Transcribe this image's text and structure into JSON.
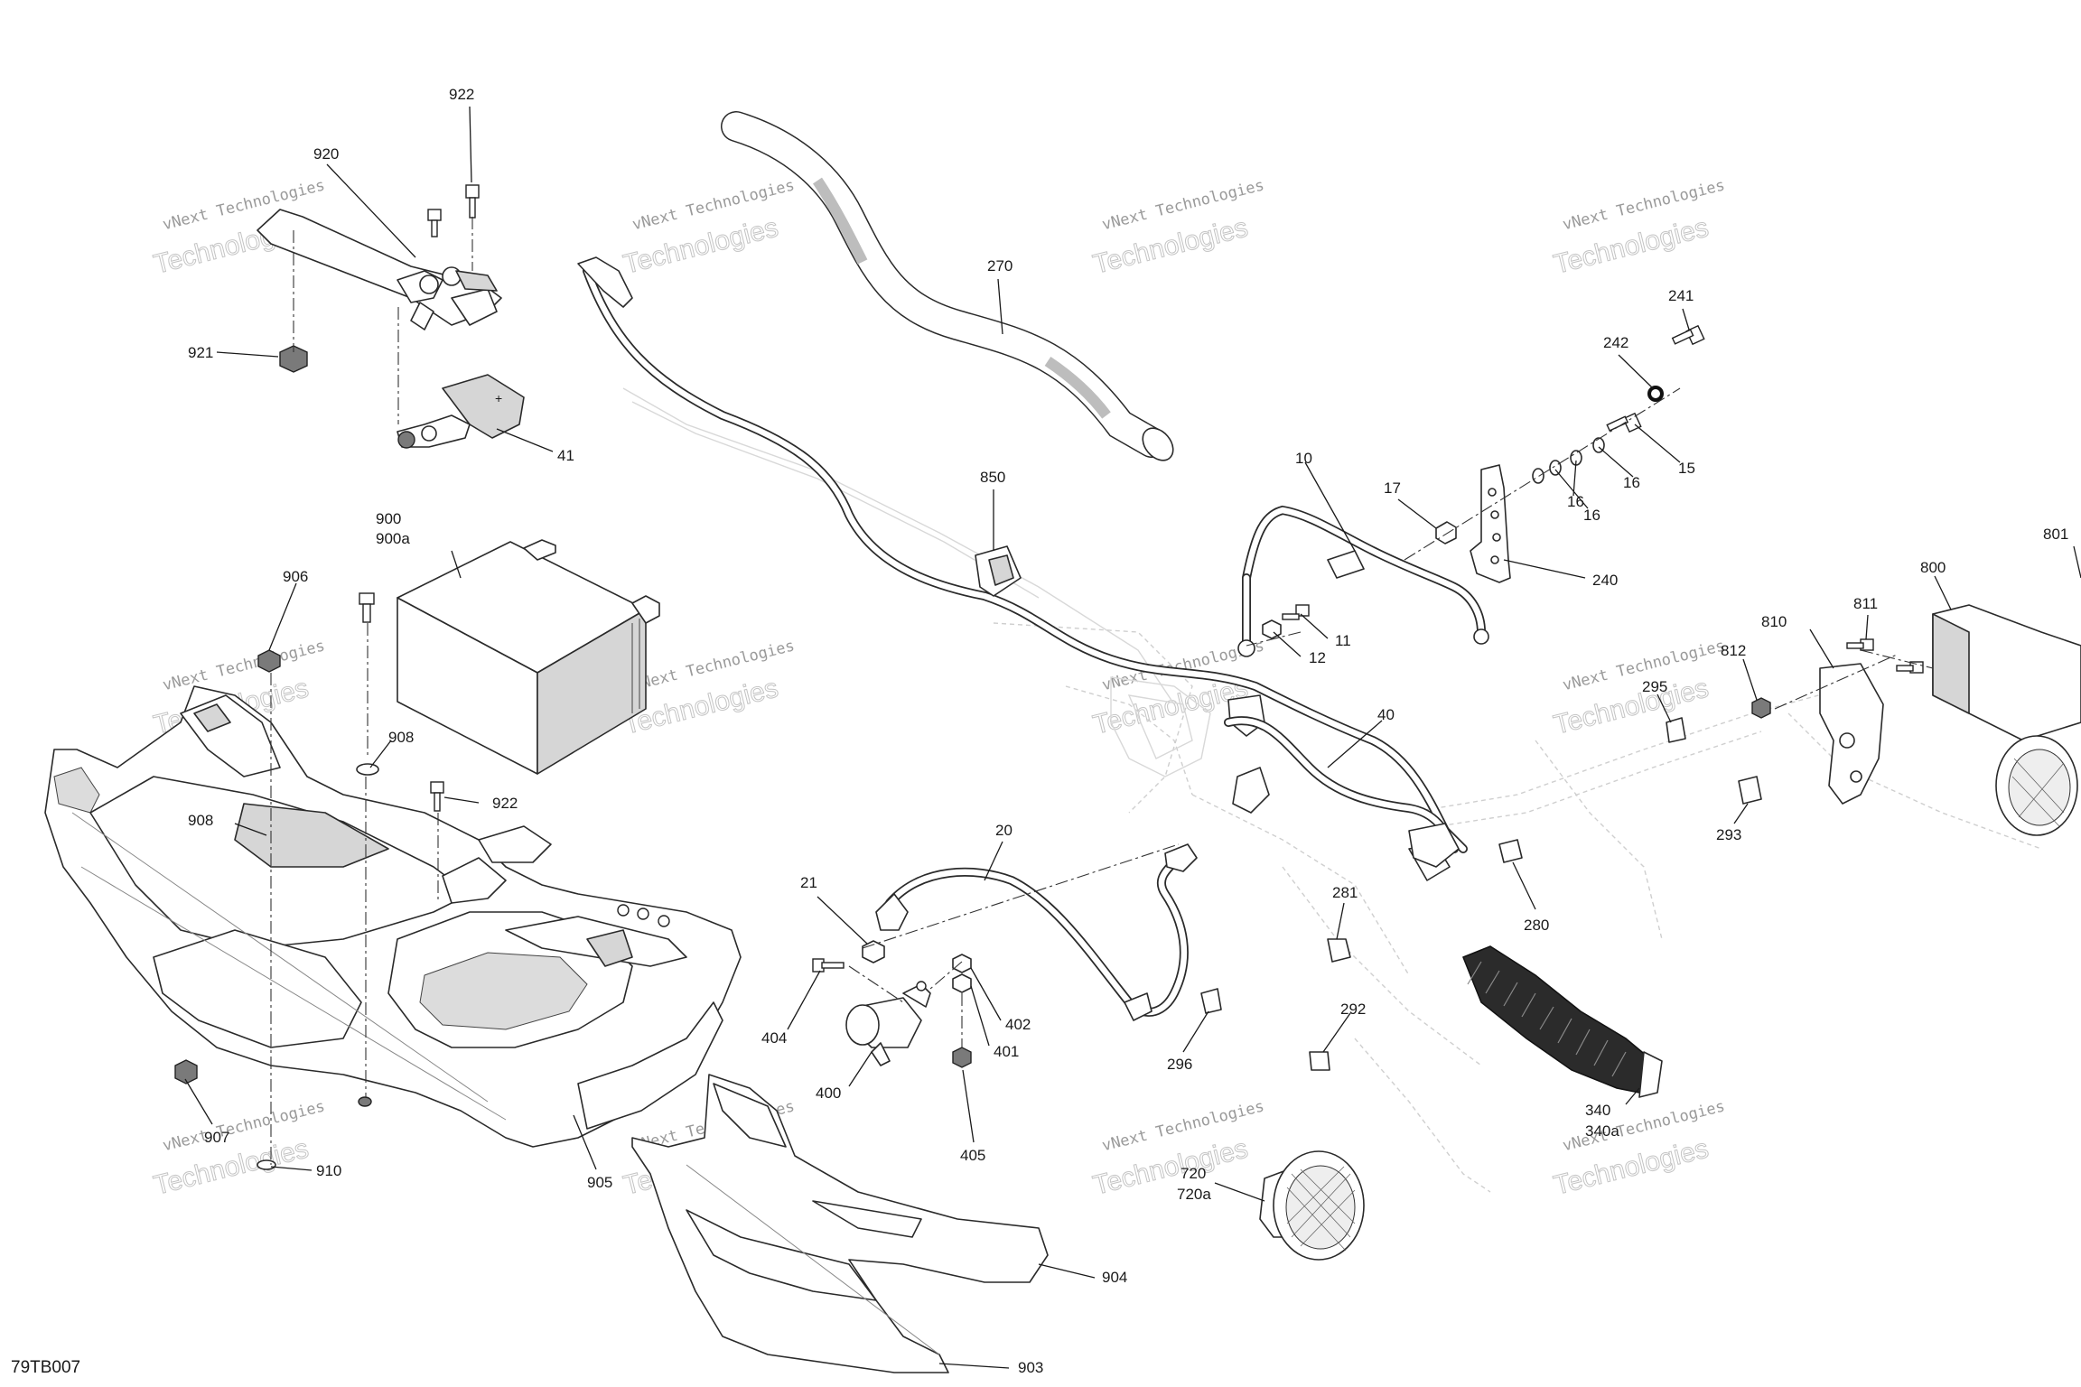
{
  "diagram_code": "79TB007",
  "watermark": {
    "line1": "vNext Technologies",
    "line2": "Technologies"
  },
  "callouts": [
    {
      "id": "922a",
      "label": "922"
    },
    {
      "id": "920",
      "label": "920"
    },
    {
      "id": "921",
      "label": "921"
    },
    {
      "id": "41",
      "label": "41"
    },
    {
      "id": "900",
      "label": "900"
    },
    {
      "id": "900a",
      "label": "900a"
    },
    {
      "id": "906",
      "label": "906"
    },
    {
      "id": "908a",
      "label": "908"
    },
    {
      "id": "908b",
      "label": "908"
    },
    {
      "id": "922b",
      "label": "922"
    },
    {
      "id": "907",
      "label": "907"
    },
    {
      "id": "910",
      "label": "910"
    },
    {
      "id": "905",
      "label": "905"
    },
    {
      "id": "270",
      "label": "270"
    },
    {
      "id": "850",
      "label": "850"
    },
    {
      "id": "10",
      "label": "10"
    },
    {
      "id": "17",
      "label": "17"
    },
    {
      "id": "242",
      "label": "242"
    },
    {
      "id": "241",
      "label": "241"
    },
    {
      "id": "15",
      "label": "15"
    },
    {
      "id": "16a",
      "label": "16"
    },
    {
      "id": "16b",
      "label": "16"
    },
    {
      "id": "16c",
      "label": "16"
    },
    {
      "id": "240",
      "label": "240"
    },
    {
      "id": "11",
      "label": "11"
    },
    {
      "id": "12",
      "label": "12"
    },
    {
      "id": "40",
      "label": "40"
    },
    {
      "id": "20",
      "label": "20"
    },
    {
      "id": "21",
      "label": "21"
    },
    {
      "id": "404",
      "label": "404"
    },
    {
      "id": "400",
      "label": "400"
    },
    {
      "id": "402",
      "label": "402"
    },
    {
      "id": "401",
      "label": "401"
    },
    {
      "id": "405",
      "label": "405"
    },
    {
      "id": "281",
      "label": "281"
    },
    {
      "id": "280",
      "label": "280"
    },
    {
      "id": "292",
      "label": "292"
    },
    {
      "id": "296",
      "label": "296"
    },
    {
      "id": "295",
      "label": "295"
    },
    {
      "id": "293",
      "label": "293"
    },
    {
      "id": "340",
      "label": "340"
    },
    {
      "id": "340a",
      "label": "340a"
    },
    {
      "id": "720",
      "label": "720"
    },
    {
      "id": "720a",
      "label": "720a"
    },
    {
      "id": "904",
      "label": "904"
    },
    {
      "id": "903",
      "label": "903"
    },
    {
      "id": "800",
      "label": "800"
    },
    {
      "id": "801",
      "label": "801"
    },
    {
      "id": "810",
      "label": "810"
    },
    {
      "id": "811",
      "label": "811"
    },
    {
      "id": "812",
      "label": "812"
    }
  ]
}
